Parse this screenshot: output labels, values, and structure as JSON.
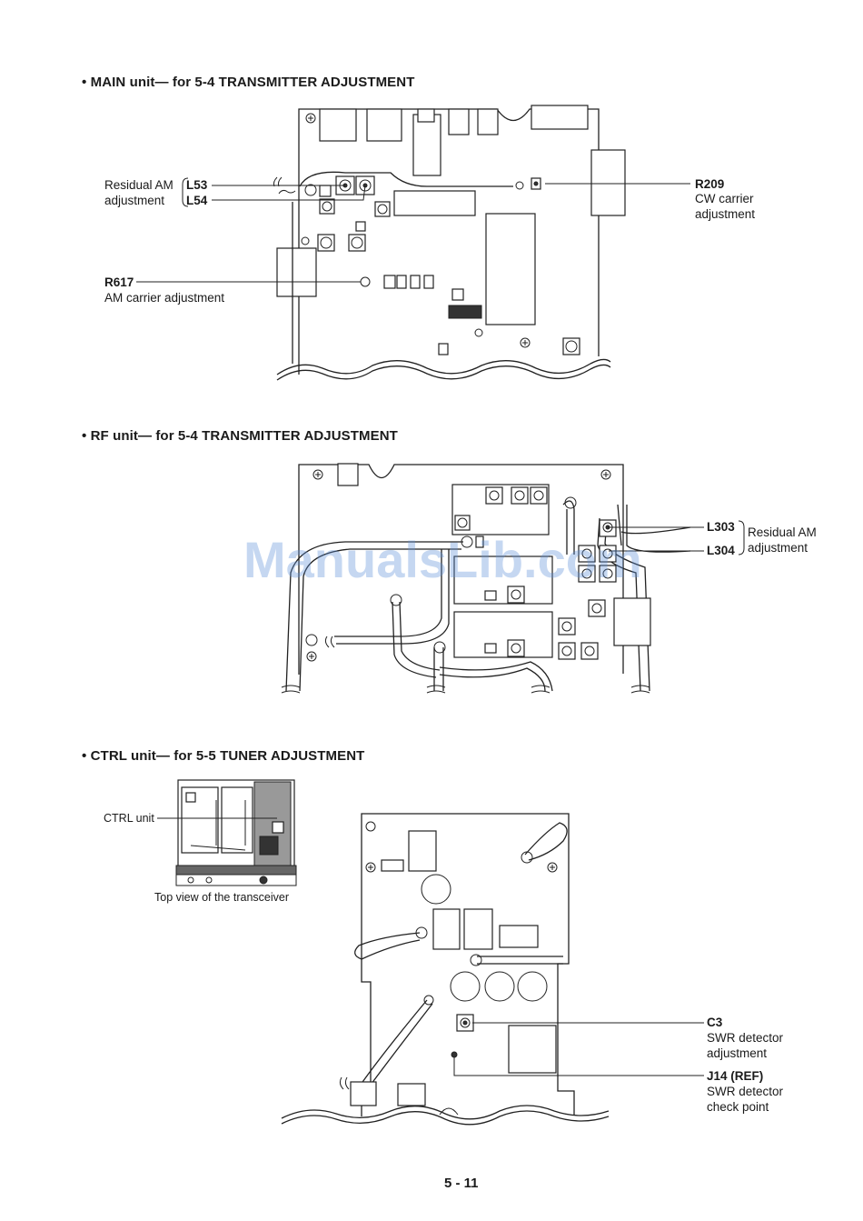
{
  "sections": {
    "main": {
      "heading": "• MAIN unit— for 5-4 TRANSMITTER ADJUSTMENT",
      "residual_am": "Residual AM",
      "adjustment": "adjustment",
      "l53": "L53",
      "l54": "L54",
      "r209": "R209",
      "r209_desc1": "CW carrier",
      "r209_desc2": "adjustment",
      "r617": "R617",
      "r617_desc": "AM carrier adjustment"
    },
    "rf": {
      "heading": "• RF unit— for 5-4 TRANSMITTER ADJUSTMENT",
      "l303": "L303",
      "l304": "L304",
      "residual_am": "Residual AM",
      "adjustment": "adjustment"
    },
    "ctrl": {
      "heading": "• CTRL unit— for 5-5 TUNER ADJUSTMENT",
      "ctrl_unit": "CTRL unit",
      "top_view": "Top view of the transceiver",
      "c3": "C3",
      "c3_desc1": "SWR detector",
      "c3_desc2": "adjustment",
      "j14": "J14 (REF)",
      "j14_desc1": "SWR detector",
      "j14_desc2": "check point"
    }
  },
  "page_number": "5 - 11",
  "watermark": "ManualsLib.com"
}
